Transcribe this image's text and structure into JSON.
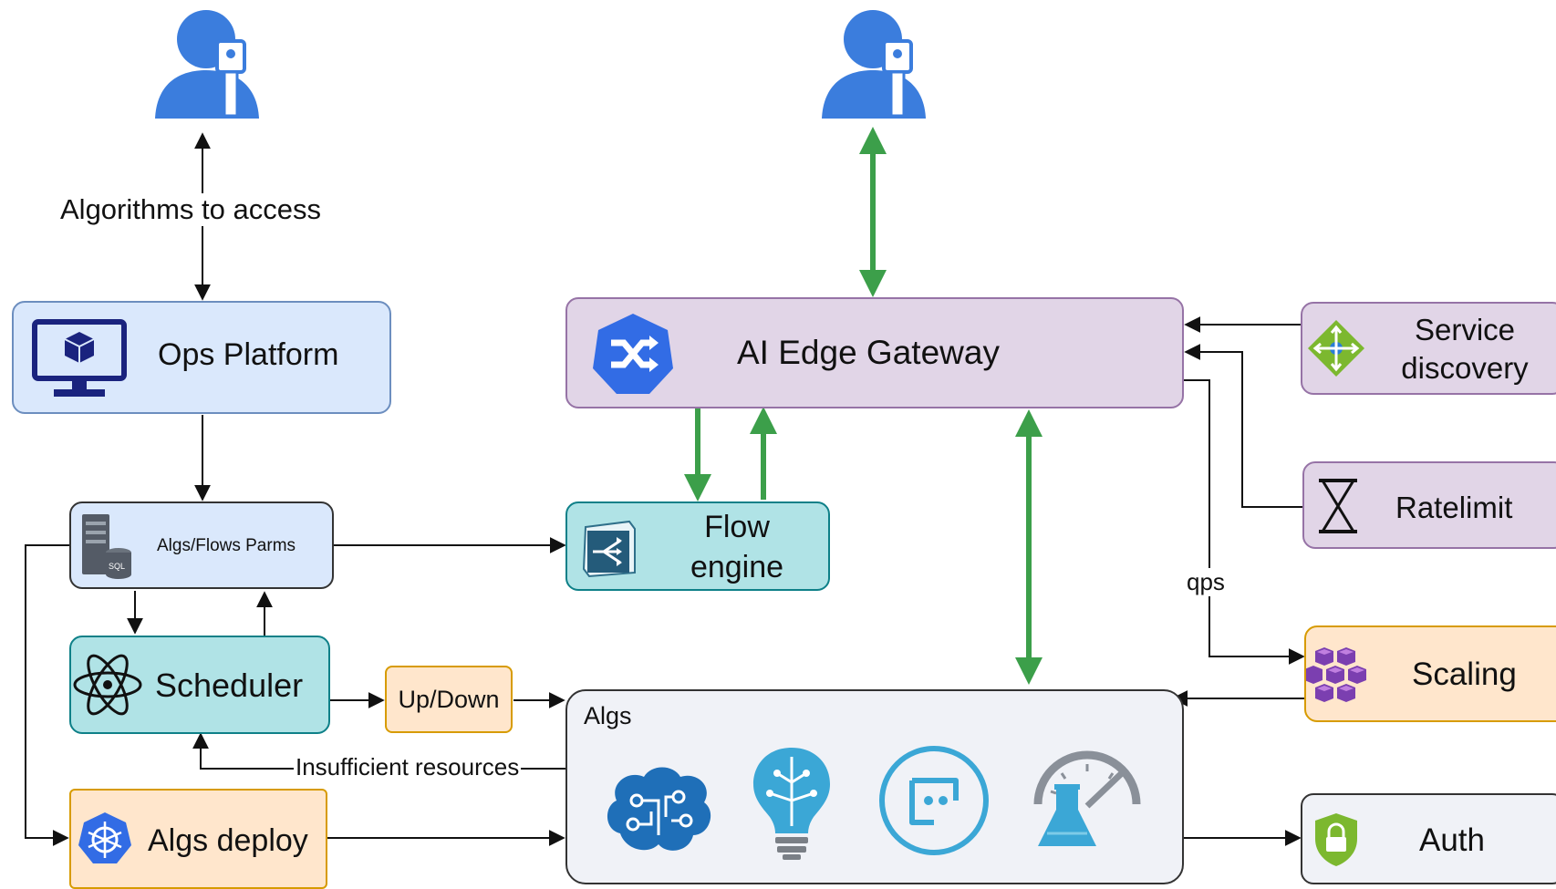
{
  "diagram": {
    "nodes": {
      "ops_platform": "Ops Platform",
      "ai_edge_gateway": "AI Edge Gateway",
      "service_discovery": "Service\ndiscovery",
      "ratelimit": "Ratelimit",
      "algs_flows_parms": "Algs/Flows Parms",
      "flow_engine": "Flow\nengine",
      "scheduler": "Scheduler",
      "up_down": "Up/Down",
      "algs": "Algs",
      "scaling": "Scaling",
      "algs_deploy": "Algs deploy",
      "auth": "Auth"
    },
    "edge_labels": {
      "algorithms_to_access": "Algorithms to access",
      "qps": "qps",
      "insufficient_resources": "Insufficient resources"
    },
    "icons": {
      "user_left": "user-key-icon",
      "user_right": "user-key-icon",
      "ops_platform": "monitor-cube-icon",
      "gateway": "shuffle-hexagon-icon",
      "service_discovery": "diamond-network-icon",
      "ratelimit": "hourglass-icon",
      "algs_flows_parms": "server-sql-icon",
      "flow_engine": "flow-split-icon",
      "scheduler": "atom-icon",
      "scaling": "cubes-icon",
      "algs_deploy": "helm-wheel-icon",
      "auth": "shield-lock-icon",
      "algs_items": [
        "brain-circuit-icon",
        "lightbulb-brain-icon",
        "bot-circle-icon",
        "gauge-flask-icon"
      ]
    },
    "colors": {
      "purple_fill": "#e1d5e7",
      "purple_stroke": "#9673a6",
      "blue_fill": "#dae8fc",
      "blue_stroke": "#6c8ebf",
      "teal_fill": "#b0e3e6",
      "teal_stroke": "#0e8088",
      "orange_fill": "#ffe6cc",
      "orange_stroke": "#d79b00",
      "gray_fill": "#f0f2f7",
      "gray_stroke": "#333333",
      "green_arrow": "#3c9f4a",
      "icon_blue": "#3b7ddd"
    }
  }
}
